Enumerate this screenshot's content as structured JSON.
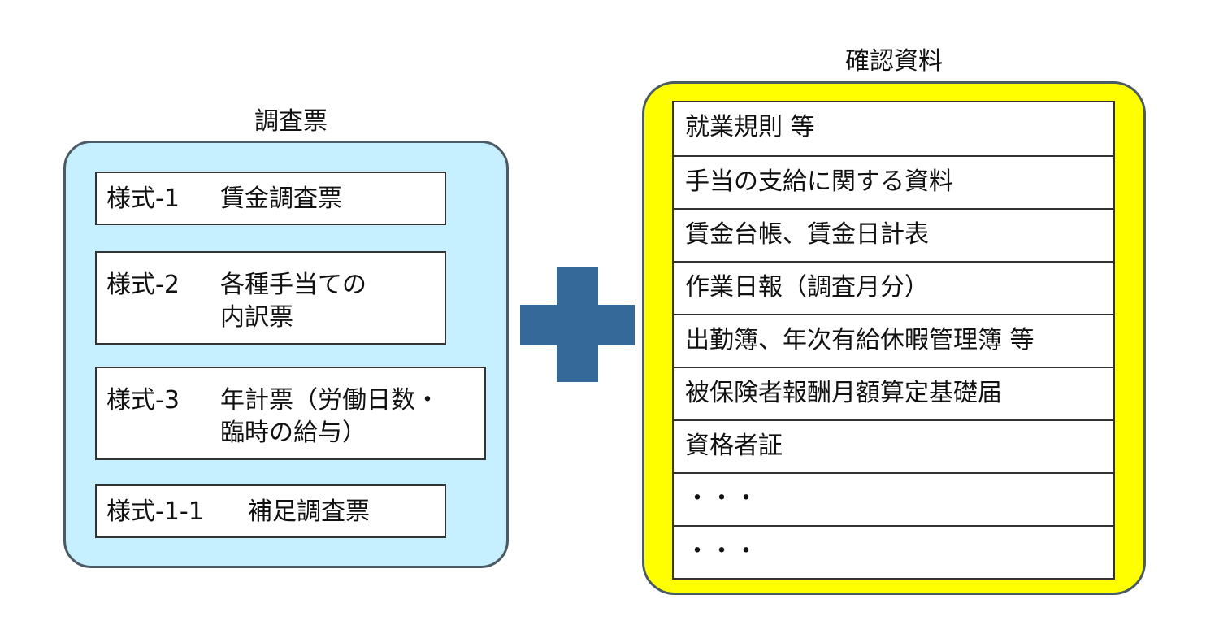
{
  "left_title": "調査票",
  "right_title": "確認資料",
  "forms": [
    {
      "code": "様式-1",
      "name": "賃金調査票"
    },
    {
      "code": "様式-2",
      "name": "各種手当ての\n内訳票"
    },
    {
      "code": "様式-3",
      "name": "年計票（労働日数・\n臨時の給与）"
    },
    {
      "code": "様式-1-1",
      "name": "補足調査票"
    }
  ],
  "resources": [
    "就業規則 等",
    "手当の支給に関する資料",
    "賃金台帳、賃金日計表",
    "作業日報（調査月分）",
    "出勤簿、年次有給休暇管理簿 等",
    "被保険者報酬月額算定基礎届",
    "資格者証",
    "・・・",
    "・・・"
  ],
  "colors": {
    "left_panel_fill": "#c6efff",
    "right_panel_fill": "#ffff00",
    "plus_color": "#35699a",
    "panel_border": "#4b5b64"
  }
}
